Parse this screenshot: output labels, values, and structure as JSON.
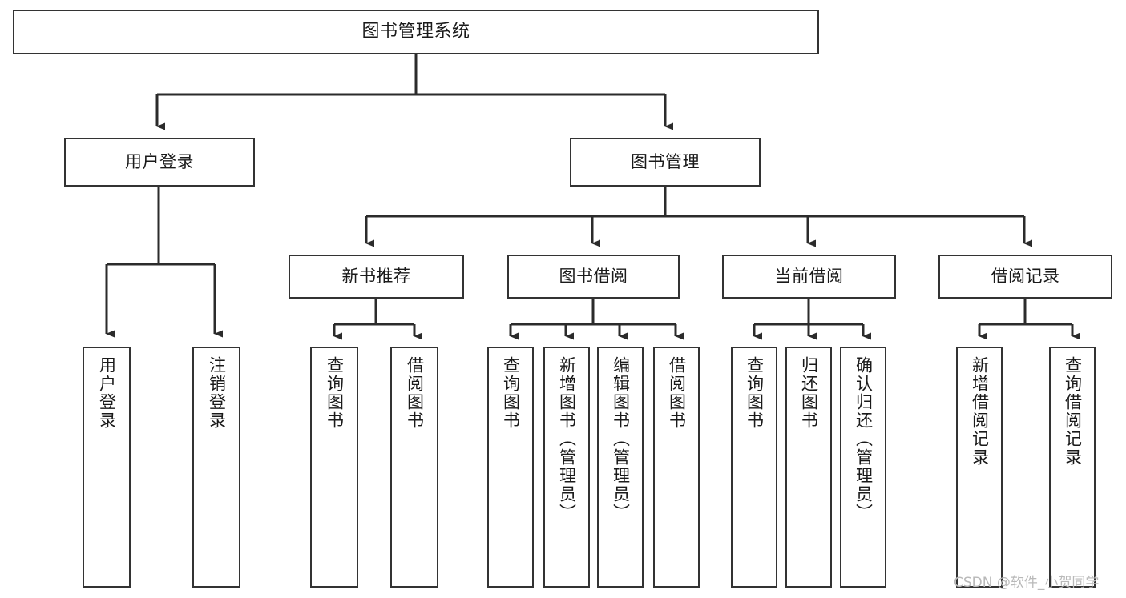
{
  "diagram": {
    "title": "图书管理系统",
    "type": "tree-hierarchy-diagram",
    "watermark": "CSDN @软件_小贺同学",
    "colors": {
      "background": "#ffffff",
      "box_border": "#333333",
      "box_fill": "#ffffff",
      "connector": "#2b2b2b",
      "text": "#1a1a1a",
      "watermark": "#b9b9b9"
    },
    "nodes": {
      "root": {
        "label": "图书管理系统",
        "orientation": "horizontal"
      },
      "level1": [
        {
          "label": "用户登录",
          "orientation": "horizontal"
        },
        {
          "label": "图书管理",
          "orientation": "horizontal"
        }
      ],
      "level2": [
        {
          "label": "新书推荐",
          "orientation": "horizontal"
        },
        {
          "label": "图书借阅",
          "orientation": "horizontal"
        },
        {
          "label": "当前借阅",
          "orientation": "horizontal"
        },
        {
          "label": "借阅记录",
          "orientation": "horizontal"
        }
      ],
      "leaves_user_login": [
        {
          "label": "用户登录",
          "orientation": "vertical"
        },
        {
          "label": "注销登录",
          "orientation": "vertical"
        }
      ],
      "leaves_new_book": [
        {
          "label": "查询图书",
          "orientation": "vertical"
        },
        {
          "label": "借阅图书",
          "orientation": "vertical"
        }
      ],
      "leaves_borrow": [
        {
          "label": "查询图书",
          "orientation": "vertical"
        },
        {
          "label": "新增图书（管理员）",
          "orientation": "vertical"
        },
        {
          "label": "编辑图书（管理员）",
          "orientation": "vertical"
        },
        {
          "label": "借阅图书",
          "orientation": "vertical"
        }
      ],
      "leaves_current": [
        {
          "label": "查询图书",
          "orientation": "vertical"
        },
        {
          "label": "归还图书",
          "orientation": "vertical"
        },
        {
          "label": "确认归还（管理员）",
          "orientation": "vertical"
        }
      ],
      "leaves_records": [
        {
          "label": "新增借阅记录",
          "orientation": "vertical"
        },
        {
          "label": "查询借阅记录",
          "orientation": "vertical"
        }
      ]
    }
  }
}
